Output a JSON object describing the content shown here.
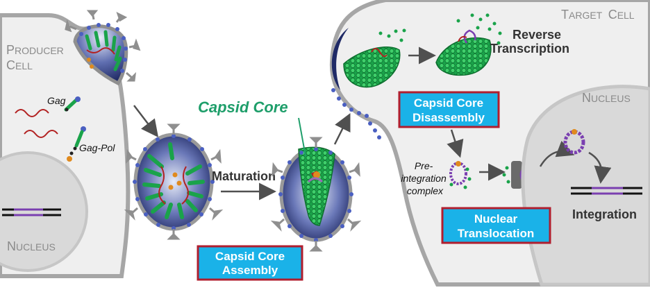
{
  "producer_cell": {
    "label_big1": "P",
    "label_small1": "RODUCER",
    "label_big2": "C",
    "label_small2": "ELL"
  },
  "producer_nucleus": {
    "label_big": "N",
    "label_small": "UCLEUS"
  },
  "target_cell": {
    "label_big1": "T",
    "label_small1": "ARGET",
    "label_big2": "C",
    "label_small2": "ELL"
  },
  "target_nucleus": {
    "label_big": "N",
    "label_small": "UCLEUS"
  },
  "gag": "Gag",
  "gag_pol": "Gag-Pol",
  "maturation": "Maturation",
  "capsid_core_title": "Capsid Core",
  "reverse_transcription": [
    "Reverse",
    "Transcription"
  ],
  "pic": [
    "Pre-",
    "integration",
    "complex"
  ],
  "integration": "Integration",
  "boxes": {
    "assembly": [
      "Capsid Core",
      "Assembly"
    ],
    "disassembly": [
      "Capsid Core",
      "Disassembly"
    ],
    "translocation": [
      "Nuclear",
      "Translocation"
    ]
  },
  "colors": {
    "capsid_green": "#1aa34a",
    "title_green": "#1e9e6a",
    "box_fill": "#1ab2e8",
    "box_border": "#b01e2e",
    "membrane": "#a6a6a6",
    "virion_blue": "#2c3a78",
    "rna_red": "#b22222",
    "dna_purple": "#7a3fb0"
  }
}
